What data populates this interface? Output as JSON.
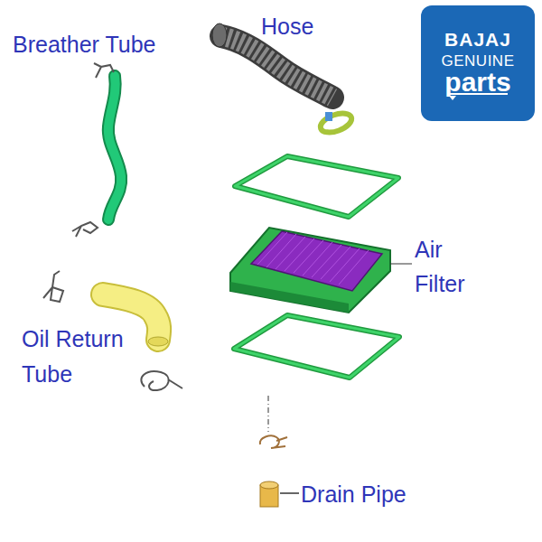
{
  "diagram": {
    "nodes": [
      {
        "text": [
          "BAJAJ",
          "GENUINE",
          "parts"
        ]
      }
    ],
    "labels": [
      "Breather Tube",
      "Hose",
      "Air Filter",
      "Oil Return Tube",
      "Drain Pipe"
    ]
  }
}
